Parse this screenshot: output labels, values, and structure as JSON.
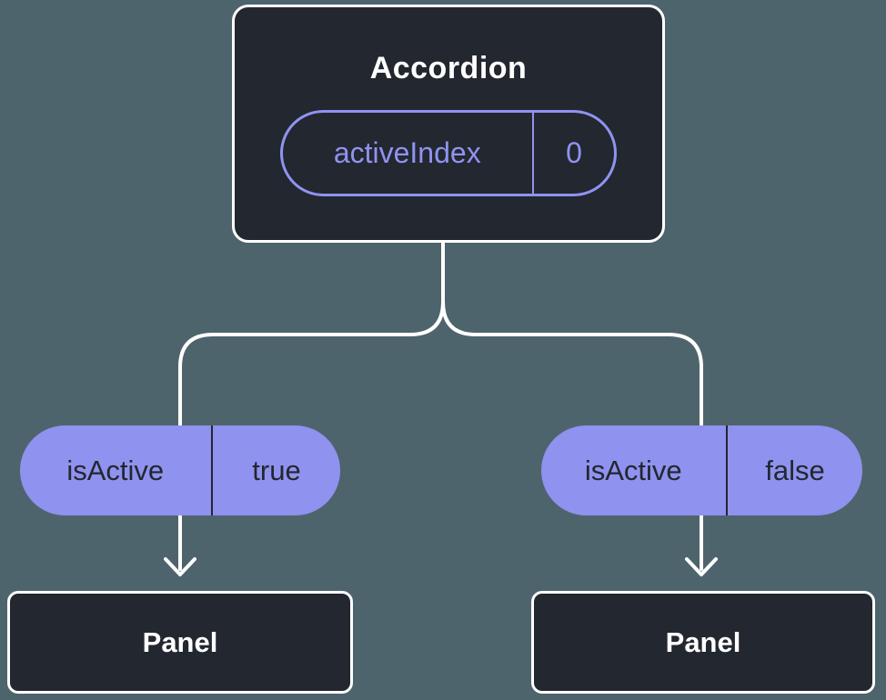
{
  "colors": {
    "background": "#4e646d",
    "node_background": "#23272f",
    "accent_purple": "#8f93f0",
    "pill_fill": "#8f92ee",
    "pill_text_dark": "#23272f",
    "connector_line": "#ffffff"
  },
  "root_node": {
    "title": "Accordion",
    "prop_name": "activeIndex",
    "prop_value": "0"
  },
  "left_branch": {
    "prop_name": "isActive",
    "prop_value": "true",
    "node_label": "Panel"
  },
  "right_branch": {
    "prop_name": "isActive",
    "prop_value": "false",
    "node_label": "Panel"
  }
}
